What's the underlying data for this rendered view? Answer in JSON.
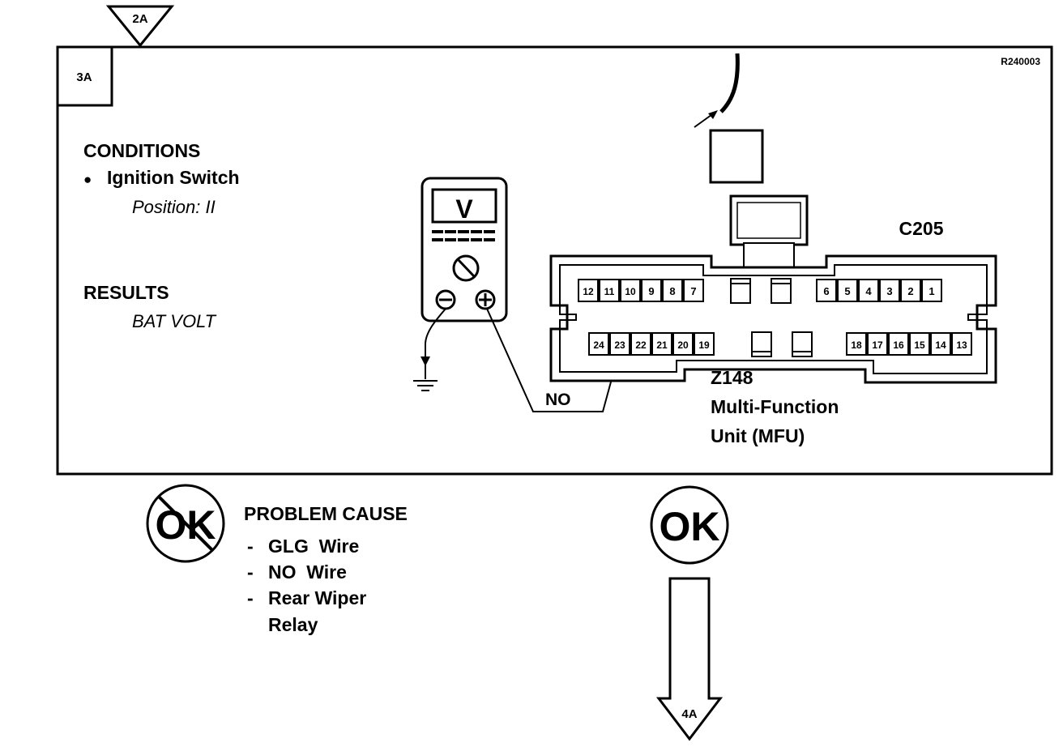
{
  "colors": {
    "ink": "#000000",
    "paper": "#ffffff"
  },
  "step": {
    "prev": "2A",
    "current": "3A",
    "next": "4A"
  },
  "ref_code": "R240003",
  "conditions": {
    "title": "CONDITIONS",
    "bullet": "●",
    "item": "Ignition Switch",
    "detail": "Position: II"
  },
  "results": {
    "title": "RESULTS",
    "value": "BAT VOLT"
  },
  "meter": {
    "display": "V",
    "minus": "⊖",
    "plus": "⊕"
  },
  "connector": {
    "id": "C205",
    "component_id": "Z148",
    "component_name_1": "Multi-Function",
    "component_name_2": "Unit (MFU)",
    "top_left_pins": [
      "12",
      "11",
      "10",
      "9",
      "8",
      "7"
    ],
    "top_right_pins": [
      "6",
      "5",
      "4",
      "3",
      "2",
      "1"
    ],
    "bottom_left_pins": [
      "24",
      "23",
      "22",
      "21",
      "20",
      "19"
    ],
    "bottom_right_pins": [
      "18",
      "17",
      "16",
      "15",
      "14",
      "13"
    ]
  },
  "wire_label": "NO",
  "not_ok": {
    "symbol": "OK",
    "title": "PROBLEM CAUSE",
    "causes": [
      {
        "dash": "-",
        "text": "GLG  Wire"
      },
      {
        "dash": "-",
        "text": "NO  Wire"
      },
      {
        "dash": "-",
        "text": "Rear Wiper"
      },
      {
        "dash": "",
        "text": "Relay"
      }
    ]
  },
  "ok": {
    "symbol": "OK"
  }
}
